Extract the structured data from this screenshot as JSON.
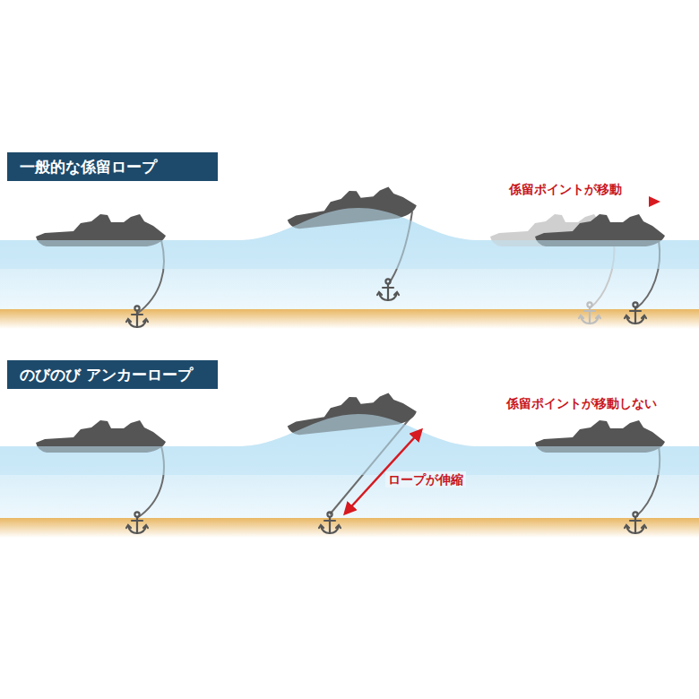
{
  "diagram": {
    "nodes": [
      {
        "text": [
          "一般的な係留ロープ"
        ]
      },
      {
        "text": [
          "のびのび アンカーロープ"
        ]
      }
    ],
    "labels": [
      "係留ポイントが移動",
      "ロープが伸縮",
      "係留ポイントが移動しない"
    ]
  }
}
